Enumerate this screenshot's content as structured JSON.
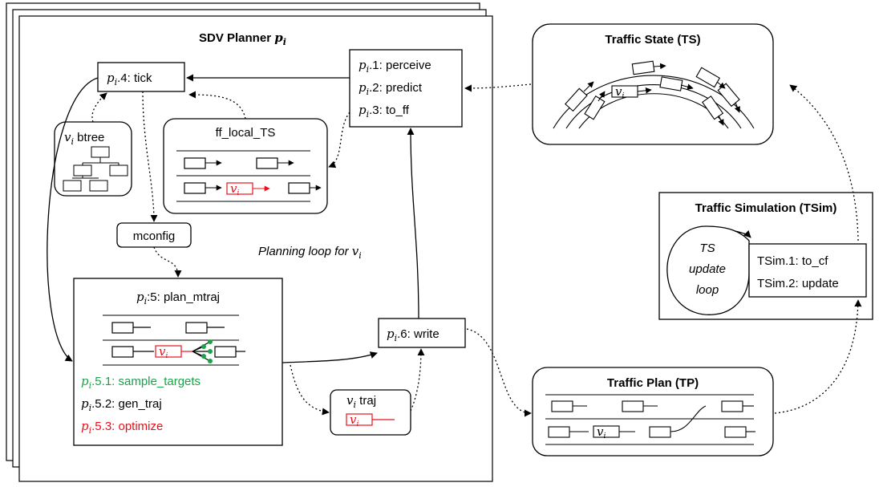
{
  "planner": {
    "title": "SDV Planner ",
    "title_var": "p",
    "title_sub": "i"
  },
  "nodes": {
    "perceive": {
      "sub": "i",
      "var": "p",
      "lines": [
        ".1: perceive",
        ".2: predict",
        ".3: to_ff"
      ]
    },
    "tick": {
      "var": "p",
      "sub": "i",
      "text": ".4: tick"
    },
    "btree": {
      "var": "v",
      "sub": "i",
      "text": " btree"
    },
    "ff_local": {
      "text": "ff_local_TS"
    },
    "mconfig": {
      "text": "mconfig"
    },
    "planning_loop": {
      "text": "Planning loop for ",
      "var": "v",
      "sub": "i"
    },
    "plan_mtraj": {
      "var": "p",
      "sub": "i",
      "text": ":5: plan_mtraj"
    },
    "step1": {
      "var": "p",
      "sub": "i",
      "text": ".5.1: sample_targets"
    },
    "step2": {
      "var": "p",
      "sub": "i",
      "text": ".5.2: gen_traj"
    },
    "step3": {
      "var": "p",
      "sub": "i",
      "text": ".5.3: optimize"
    },
    "write": {
      "var": "p",
      "sub": "i",
      "text": ".6: write"
    },
    "traj": {
      "var": "v",
      "sub": "i",
      "text": " traj"
    },
    "vehicle_label": {
      "var": "v",
      "sub": "i"
    }
  },
  "traffic_state": {
    "title": "Traffic State (TS)"
  },
  "traffic_sim": {
    "title": "Traffic Simulation (TSim)",
    "loop": [
      "TS",
      "update",
      "loop"
    ],
    "steps": [
      "TSim.1: to_cf",
      "TSim.2: update"
    ]
  },
  "traffic_plan": {
    "title": "Traffic Plan (TP)"
  },
  "colors": {
    "green": "#1aa34a",
    "red": "#e8101c",
    "stroke": "#000000"
  }
}
